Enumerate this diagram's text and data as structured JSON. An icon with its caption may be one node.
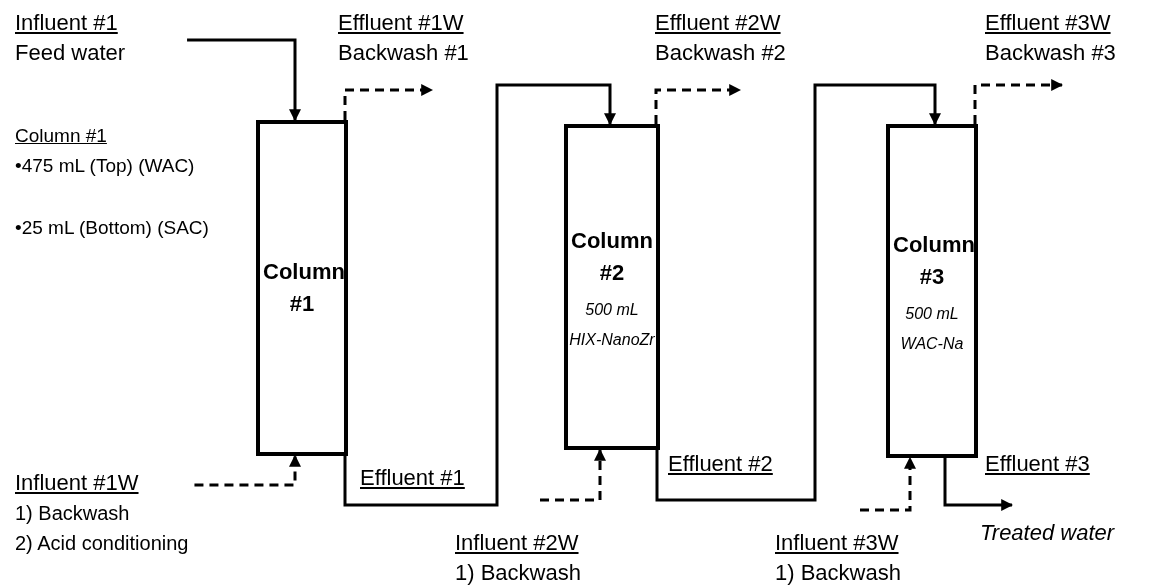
{
  "diagram": {
    "nodes": [
      {
        "text": [
          "Column #1"
        ]
      },
      {
        "text": [
          "Column #2",
          "500 mL",
          "HIX-NanoZr"
        ]
      },
      {
        "text": [
          "Column #3",
          "500 mL",
          "WAC-Na"
        ]
      },
      {
        "text": [
          "Influent #1",
          "Feed water"
        ]
      },
      {
        "text": [
          "Effluent #1W",
          "Backwash #1"
        ]
      },
      {
        "text": [
          "Effluent #2W",
          "Backwash #2"
        ]
      },
      {
        "text": [
          "Effluent #3W",
          "Backwash #3"
        ]
      },
      {
        "text": [
          "Influent #1W",
          "1) Backwash",
          "2) Acid conditioning"
        ]
      },
      {
        "text": [
          "Influent #2W",
          "1) Backwash"
        ]
      },
      {
        "text": [
          "Influent #3W",
          "1) Backwash"
        ]
      },
      {
        "text": [
          "Treated water"
        ]
      }
    ],
    "edges": [
      {
        "from": 3,
        "to": 0,
        "arrow": "to"
      },
      {
        "from": 0,
        "to": 4,
        "arrow": "to",
        "style": "dashed"
      },
      {
        "from": 7,
        "to": 0,
        "arrow": "to",
        "style": "dashed"
      },
      {
        "from": 0,
        "to": 1,
        "arrow": "to",
        "label": "Effluent #1"
      },
      {
        "from": 1,
        "to": 5,
        "arrow": "to",
        "style": "dashed"
      },
      {
        "from": 8,
        "to": 1,
        "arrow": "to",
        "style": "dashed"
      },
      {
        "from": 1,
        "to": 2,
        "arrow": "to",
        "label": "Effluent #2"
      },
      {
        "from": 2,
        "to": 6,
        "arrow": "to",
        "style": "dashed"
      },
      {
        "from": 9,
        "to": 2,
        "arrow": "to",
        "style": "dashed"
      },
      {
        "from": 2,
        "to": 10,
        "arrow": "to",
        "label": "Effluent #3"
      }
    ],
    "labels": [
      "Column #1",
      "•475 mL (Top) (WAC)",
      "•25 mL (Bottom) (SAC)"
    ]
  }
}
